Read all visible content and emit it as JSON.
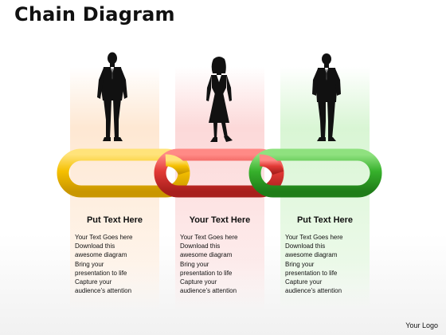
{
  "title": "Chain Diagram",
  "colors": {
    "link_1": "#f5c000",
    "link_2": "#e23a36",
    "link_3": "#37b12c",
    "band_1": "#fddcc0",
    "band_2": "#fbcdcd",
    "band_3": "#d3f1cc"
  },
  "icons": [
    "businessman-silhouette-icon",
    "businesswoman-silhouette-icon",
    "businessman-silhouette-icon"
  ],
  "panels": [
    {
      "heading": "Put Text Here",
      "lines": [
        "Your Text Goes here",
        "Download this",
        "awesome diagram",
        "Bring your",
        "presentation to life",
        "Capture your",
        "audience’s attention"
      ]
    },
    {
      "heading": "Your Text Here",
      "lines": [
        "Your Text Goes here",
        "Download this",
        "awesome diagram",
        "Bring your",
        "presentation to life",
        "Capture your",
        "audience’s attention"
      ]
    },
    {
      "heading": "Put Text Here",
      "lines": [
        "Your Text Goes here",
        "Download this",
        "awesome diagram",
        "Bring your",
        "presentation to life",
        "Capture your",
        "audience’s attention"
      ]
    }
  ],
  "logo": "Your Logo"
}
